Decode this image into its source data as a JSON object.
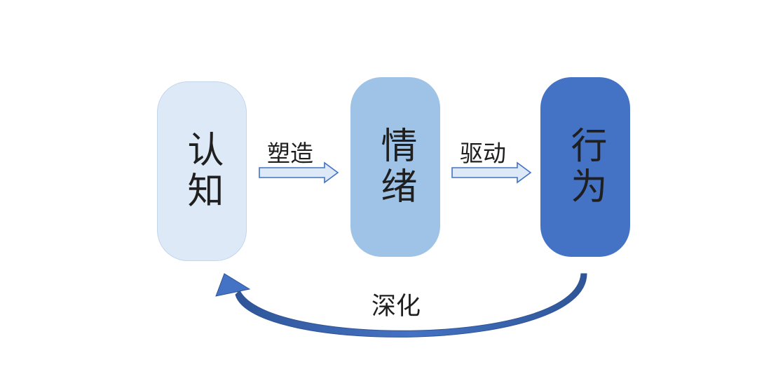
{
  "nodes": [
    {
      "label": "认知"
    },
    {
      "label": "情绪"
    },
    {
      "label": "行为"
    }
  ],
  "edges": [
    {
      "label": "塑造"
    },
    {
      "label": "驱动"
    },
    {
      "label": "深化"
    }
  ],
  "colors": {
    "node_a_fill": "#dde9f6",
    "node_b_fill": "#9fc3e7",
    "node_c_fill": "#4472c4",
    "arrow_fill": "#dde9f6",
    "arrow_stroke": "#4472c4",
    "loop_arrow": "#4472c4"
  }
}
